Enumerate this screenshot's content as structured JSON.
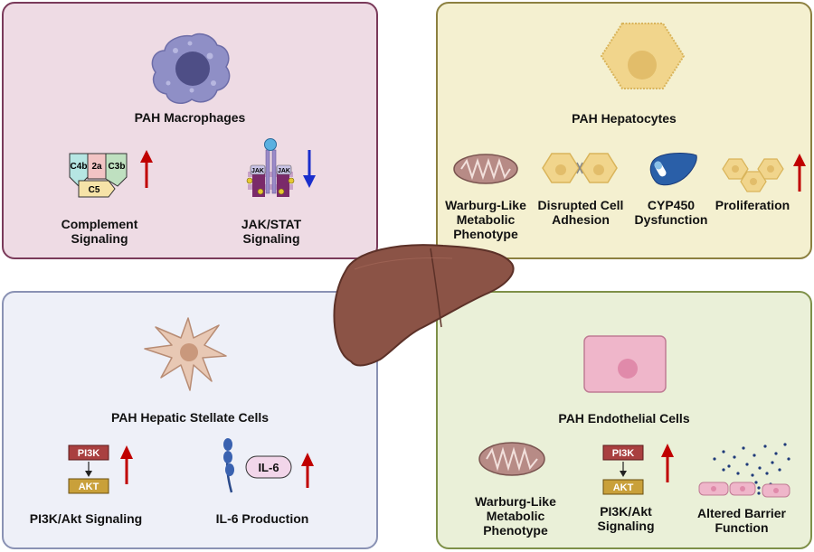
{
  "panels": {
    "macrophages": {
      "title": "PAH Macrophages",
      "items": [
        {
          "label_lines": [
            "Complement",
            "Signaling"
          ],
          "trend": "up"
        },
        {
          "label_lines": [
            "JAK/STAT",
            "Signaling"
          ],
          "trend": "down"
        }
      ],
      "complement_labels": [
        "C4b",
        "2a",
        "C3b",
        "C5"
      ],
      "jak_labels": [
        "JAK",
        "JAK"
      ]
    },
    "hepatocytes": {
      "title": "PAH Hepatocytes",
      "items": [
        {
          "label_lines": [
            "Warburg-Like",
            "Metabolic",
            "Phenotype"
          ]
        },
        {
          "label_lines": [
            "Disrupted Cell",
            "Adhesion"
          ]
        },
        {
          "label_lines": [
            "CYP450",
            "Dysfunction"
          ]
        },
        {
          "label_lines": [
            "Proliferation"
          ],
          "trend": "up"
        }
      ]
    },
    "stellate": {
      "title": "PAH Hepatic Stellate Cells",
      "items": [
        {
          "label_lines": [
            "PI3K/Akt Signaling"
          ],
          "trend": "up"
        },
        {
          "label_lines": [
            "IL-6 Production"
          ],
          "trend": "up"
        }
      ],
      "pi3k_label": "PI3K",
      "akt_label": "AKT",
      "il6_label": "IL-6"
    },
    "endothelial": {
      "title": "PAH Endothelial Cells",
      "items": [
        {
          "label_lines": [
            "Warburg-Like",
            "Metabolic",
            "Phenotype"
          ]
        },
        {
          "label_lines": [
            "PI3K/Akt",
            "Signaling"
          ],
          "trend": "up"
        },
        {
          "label_lines": [
            "Altered Barrier",
            "Function"
          ]
        }
      ],
      "pi3k_label": "PI3K",
      "akt_label": "AKT"
    }
  },
  "colors": {
    "up_arrow": "#c00000",
    "down_arrow": "#1a2ecc",
    "liver": "#8b5346",
    "pi3k": "#a94040",
    "akt": "#c9a03a"
  }
}
